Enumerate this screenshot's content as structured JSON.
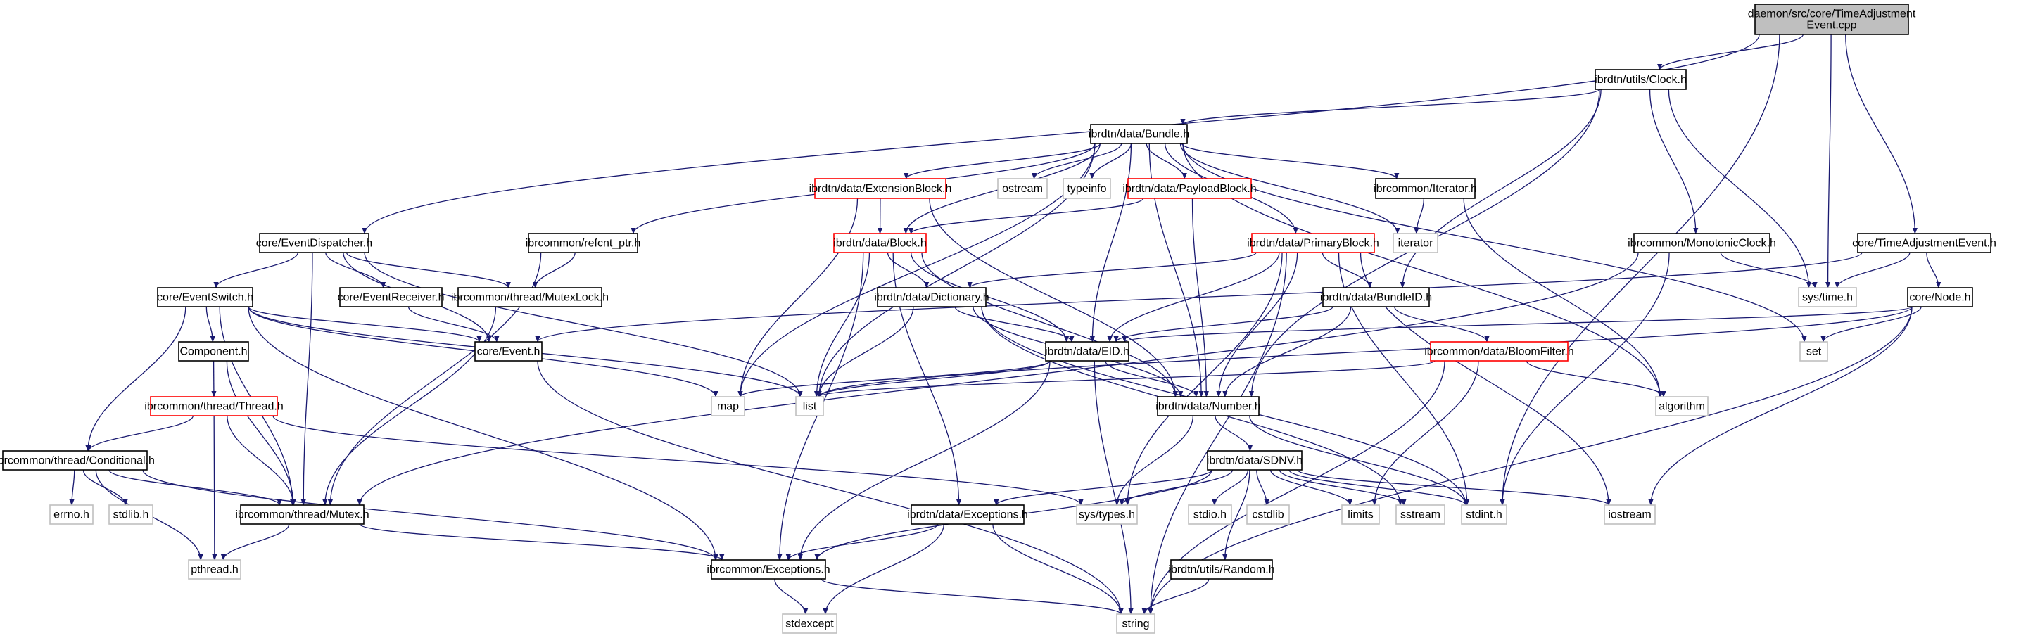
{
  "graph": {
    "colors": {
      "edge": "#191970",
      "node_border": "#000000",
      "truncated_border": "#ff0000",
      "external_border": "#bfbfbf",
      "root_fill": "#bfbfbf"
    },
    "nodes": [
      {
        "id": "cpp",
        "lines": [
          "daemon/src/core/TimeAdjustment",
          "Event.cpp"
        ],
        "kind": "root"
      },
      {
        "id": "clock",
        "lines": [
          "ibrdtn/utils/Clock.h"
        ],
        "kind": "normal"
      },
      {
        "id": "bundle",
        "lines": [
          "ibrdtn/data/Bundle.h"
        ],
        "kind": "normal"
      },
      {
        "id": "eventdispatcher",
        "lines": [
          "core/EventDispatcher.h"
        ],
        "kind": "normal"
      },
      {
        "id": "refcnt",
        "lines": [
          "ibrcommon/refcnt_ptr.h"
        ],
        "kind": "normal"
      },
      {
        "id": "extblock",
        "lines": [
          "ibrdtn/data/ExtensionBlock.h"
        ],
        "kind": "truncated"
      },
      {
        "id": "ostream",
        "lines": [
          "ostream"
        ],
        "kind": "external"
      },
      {
        "id": "typeinfo",
        "lines": [
          "typeinfo"
        ],
        "kind": "external"
      },
      {
        "id": "payload",
        "lines": [
          "ibrdtn/data/PayloadBlock.h"
        ],
        "kind": "truncated"
      },
      {
        "id": "iteratorh",
        "lines": [
          "ibrcommon/Iterator.h"
        ],
        "kind": "normal"
      },
      {
        "id": "block",
        "lines": [
          "ibrdtn/data/Block.h"
        ],
        "kind": "truncated"
      },
      {
        "id": "primary",
        "lines": [
          "ibrdtn/data/PrimaryBlock.h"
        ],
        "kind": "truncated"
      },
      {
        "id": "iterator",
        "lines": [
          "iterator"
        ],
        "kind": "external"
      },
      {
        "id": "monoclock",
        "lines": [
          "ibrcommon/MonotonicClock.h"
        ],
        "kind": "normal"
      },
      {
        "id": "taeh",
        "lines": [
          "core/TimeAdjustmentEvent.h"
        ],
        "kind": "normal"
      },
      {
        "id": "eventswitch",
        "lines": [
          "core/EventSwitch.h"
        ],
        "kind": "normal"
      },
      {
        "id": "eventreceiver",
        "lines": [
          "core/EventReceiver.h"
        ],
        "kind": "normal"
      },
      {
        "id": "mutexlock",
        "lines": [
          "ibrcommon/thread/MutexLock.h"
        ],
        "kind": "normal"
      },
      {
        "id": "dictionary",
        "lines": [
          "ibrdtn/data/Dictionary.h"
        ],
        "kind": "normal"
      },
      {
        "id": "bundleid",
        "lines": [
          "ibrdtn/data/BundleID.h"
        ],
        "kind": "normal"
      },
      {
        "id": "systime",
        "lines": [
          "sys/time.h"
        ],
        "kind": "external"
      },
      {
        "id": "node",
        "lines": [
          "core/Node.h"
        ],
        "kind": "normal"
      },
      {
        "id": "component",
        "lines": [
          "Component.h"
        ],
        "kind": "normal"
      },
      {
        "id": "event",
        "lines": [
          "core/Event.h"
        ],
        "kind": "normal"
      },
      {
        "id": "eid",
        "lines": [
          "ibrdtn/data/EID.h"
        ],
        "kind": "normal"
      },
      {
        "id": "bloom",
        "lines": [
          "ibrcommon/data/BloomFilter.h"
        ],
        "kind": "truncated"
      },
      {
        "id": "set",
        "lines": [
          "set"
        ],
        "kind": "external"
      },
      {
        "id": "thread",
        "lines": [
          "ibrcommon/thread/Thread.h"
        ],
        "kind": "truncated"
      },
      {
        "id": "map",
        "lines": [
          "map"
        ],
        "kind": "external"
      },
      {
        "id": "list",
        "lines": [
          "list"
        ],
        "kind": "external"
      },
      {
        "id": "number",
        "lines": [
          "ibrdtn/data/Number.h"
        ],
        "kind": "normal"
      },
      {
        "id": "algorithm",
        "lines": [
          "algorithm"
        ],
        "kind": "external"
      },
      {
        "id": "conditional",
        "lines": [
          "ibrcommon/thread/Conditional.h"
        ],
        "kind": "normal"
      },
      {
        "id": "sdnv",
        "lines": [
          "ibrdtn/data/SDNV.h"
        ],
        "kind": "normal"
      },
      {
        "id": "errno",
        "lines": [
          "errno.h"
        ],
        "kind": "external"
      },
      {
        "id": "stdlib",
        "lines": [
          "stdlib.h"
        ],
        "kind": "external"
      },
      {
        "id": "mutex",
        "lines": [
          "ibrcommon/thread/Mutex.h"
        ],
        "kind": "normal"
      },
      {
        "id": "dexceptions",
        "lines": [
          "ibrdtn/data/Exceptions.h"
        ],
        "kind": "normal"
      },
      {
        "id": "systypes",
        "lines": [
          "sys/types.h"
        ],
        "kind": "external"
      },
      {
        "id": "stdio",
        "lines": [
          "stdio.h"
        ],
        "kind": "external"
      },
      {
        "id": "cstdlib",
        "lines": [
          "cstdlib"
        ],
        "kind": "external"
      },
      {
        "id": "limits",
        "lines": [
          "limits"
        ],
        "kind": "external"
      },
      {
        "id": "sstream",
        "lines": [
          "sstream"
        ],
        "kind": "external"
      },
      {
        "id": "stdint",
        "lines": [
          "stdint.h"
        ],
        "kind": "external"
      },
      {
        "id": "iostream",
        "lines": [
          "iostream"
        ],
        "kind": "external"
      },
      {
        "id": "pthread",
        "lines": [
          "pthread.h"
        ],
        "kind": "external"
      },
      {
        "id": "cexceptions",
        "lines": [
          "ibrcommon/Exceptions.h"
        ],
        "kind": "normal"
      },
      {
        "id": "random",
        "lines": [
          "ibrdtn/utils/Random.h"
        ],
        "kind": "normal"
      },
      {
        "id": "stdexcept",
        "lines": [
          "stdexcept"
        ],
        "kind": "external"
      },
      {
        "id": "string",
        "lines": [
          "string"
        ],
        "kind": "external"
      }
    ],
    "edges": [
      [
        "cpp",
        "eventdispatcher"
      ],
      [
        "cpp",
        "clock"
      ],
      [
        "cpp",
        "systime"
      ],
      [
        "cpp",
        "taeh"
      ],
      [
        "cpp",
        "stdint"
      ],
      [
        "clock",
        "bundle"
      ],
      [
        "clock",
        "bundleid"
      ],
      [
        "clock",
        "number"
      ],
      [
        "clock",
        "monoclock"
      ],
      [
        "clock",
        "systime"
      ],
      [
        "bundle",
        "extblock"
      ],
      [
        "bundle",
        "ostream"
      ],
      [
        "bundle",
        "typeinfo"
      ],
      [
        "bundle",
        "payload"
      ],
      [
        "bundle",
        "iteratorh"
      ],
      [
        "bundle",
        "iterator"
      ],
      [
        "bundle",
        "primary"
      ],
      [
        "bundle",
        "block"
      ],
      [
        "bundle",
        "eid"
      ],
      [
        "bundle",
        "map"
      ],
      [
        "bundle",
        "list"
      ],
      [
        "bundle",
        "number"
      ],
      [
        "bundle",
        "set"
      ],
      [
        "bundle",
        "algorithm"
      ],
      [
        "bundle",
        "refcnt"
      ],
      [
        "extblock",
        "block"
      ],
      [
        "extblock",
        "map"
      ],
      [
        "extblock",
        "number"
      ],
      [
        "payload",
        "block"
      ],
      [
        "payload",
        "number"
      ],
      [
        "iteratorh",
        "iterator"
      ],
      [
        "iteratorh",
        "algorithm"
      ],
      [
        "block",
        "dictionary"
      ],
      [
        "block",
        "eid"
      ],
      [
        "block",
        "number"
      ],
      [
        "block",
        "list"
      ],
      [
        "block",
        "cexceptions"
      ],
      [
        "block",
        "dexceptions"
      ],
      [
        "primary",
        "dictionary"
      ],
      [
        "primary",
        "eid"
      ],
      [
        "primary",
        "number"
      ],
      [
        "primary",
        "bundleid"
      ],
      [
        "primary",
        "stdint"
      ],
      [
        "primary",
        "string"
      ],
      [
        "primary",
        "iostream"
      ],
      [
        "primary",
        "systypes"
      ],
      [
        "dictionary",
        "eid"
      ],
      [
        "dictionary",
        "number"
      ],
      [
        "dictionary",
        "list"
      ],
      [
        "dictionary",
        "sstream"
      ],
      [
        "dictionary",
        "stdint"
      ],
      [
        "bundleid",
        "eid"
      ],
      [
        "bundleid",
        "number"
      ],
      [
        "bundleid",
        "bloom"
      ],
      [
        "eid",
        "map"
      ],
      [
        "eid",
        "list"
      ],
      [
        "eid",
        "number"
      ],
      [
        "eid",
        "string"
      ],
      [
        "eid",
        "cexceptions"
      ],
      [
        "bloom",
        "list"
      ],
      [
        "bloom",
        "algorithm"
      ],
      [
        "bloom",
        "limits"
      ],
      [
        "bloom",
        "string"
      ],
      [
        "monoclock",
        "systime"
      ],
      [
        "monoclock",
        "mutex"
      ],
      [
        "monoclock",
        "stdint"
      ],
      [
        "taeh",
        "systime"
      ],
      [
        "taeh",
        "node"
      ],
      [
        "taeh",
        "event"
      ],
      [
        "node",
        "eid"
      ],
      [
        "node",
        "set"
      ],
      [
        "node",
        "list"
      ],
      [
        "node",
        "iostream"
      ],
      [
        "node",
        "string"
      ],
      [
        "number",
        "sdnv"
      ],
      [
        "number",
        "systypes"
      ],
      [
        "number",
        "stdint"
      ],
      [
        "sdnv",
        "dexceptions"
      ],
      [
        "sdnv",
        "systypes"
      ],
      [
        "sdnv",
        "stdio"
      ],
      [
        "sdnv",
        "cstdlib"
      ],
      [
        "sdnv",
        "limits"
      ],
      [
        "sdnv",
        "sstream"
      ],
      [
        "sdnv",
        "stdint"
      ],
      [
        "sdnv",
        "iostream"
      ],
      [
        "sdnv",
        "random"
      ],
      [
        "sdnv",
        "cexceptions"
      ],
      [
        "dexceptions",
        "cexceptions"
      ],
      [
        "dexceptions",
        "stdexcept"
      ],
      [
        "dexceptions",
        "string"
      ],
      [
        "cexceptions",
        "stdexcept"
      ],
      [
        "cexceptions",
        "string"
      ],
      [
        "random",
        "string"
      ],
      [
        "eventdispatcher",
        "eventswitch"
      ],
      [
        "eventdispatcher",
        "eventreceiver"
      ],
      [
        "eventdispatcher",
        "mutexlock"
      ],
      [
        "eventdispatcher",
        "event"
      ],
      [
        "eventdispatcher",
        "list"
      ],
      [
        "eventdispatcher",
        "mutex"
      ],
      [
        "refcnt",
        "mutexlock"
      ],
      [
        "refcnt",
        "mutex"
      ],
      [
        "mutexlock",
        "mutex"
      ],
      [
        "eventreceiver",
        "event"
      ],
      [
        "eventswitch",
        "component"
      ],
      [
        "eventswitch",
        "conditional"
      ],
      [
        "eventswitch",
        "mutex"
      ],
      [
        "eventswitch",
        "event"
      ],
      [
        "eventswitch",
        "list"
      ],
      [
        "eventswitch",
        "map"
      ],
      [
        "eventswitch",
        "cexceptions"
      ],
      [
        "component",
        "thread"
      ],
      [
        "component",
        "mutex"
      ],
      [
        "thread",
        "conditional"
      ],
      [
        "thread",
        "mutex"
      ],
      [
        "thread",
        "pthread"
      ],
      [
        "thread",
        "systypes"
      ],
      [
        "conditional",
        "errno"
      ],
      [
        "conditional",
        "stdlib"
      ],
      [
        "conditional",
        "mutex"
      ],
      [
        "conditional",
        "pthread"
      ],
      [
        "conditional",
        "cexceptions"
      ],
      [
        "mutex",
        "pthread"
      ],
      [
        "mutex",
        "cexceptions"
      ],
      [
        "event",
        "string"
      ]
    ]
  }
}
